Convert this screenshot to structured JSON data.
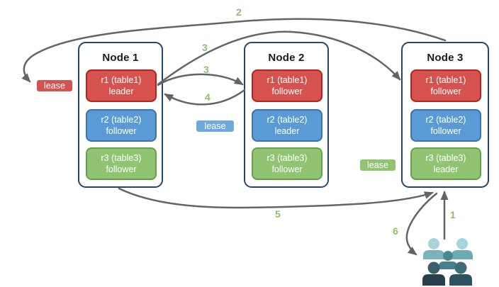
{
  "colors": {
    "canvas_bg": "#ffffff",
    "arrow": "#646464",
    "step_number": "#8fbf6e",
    "node_border": "#24466b",
    "node_title": "#1a1a1a",
    "red_fill": "#d5524e",
    "red_border": "#b1241f",
    "blue_fill": "#5b9bd5",
    "blue_border": "#3d72ab",
    "blue_lease_fill": "#6fa9dd",
    "green_fill": "#90c471",
    "green_border": "#63a24a"
  },
  "nodes": [
    {
      "title": "Node 1",
      "replicas": [
        {
          "label": "r1 (table1)",
          "role": "leader"
        },
        {
          "label": "r2 (table2)",
          "role": "follower"
        },
        {
          "label": "r3 (table3)",
          "role": "follower"
        }
      ]
    },
    {
      "title": "Node 2",
      "replicas": [
        {
          "label": "r1 (table1)",
          "role": "follower"
        },
        {
          "label": "r2 (table2)",
          "role": "leader"
        },
        {
          "label": "r3 (table3)",
          "role": "follower"
        }
      ]
    },
    {
      "title": "Node 3",
      "replicas": [
        {
          "label": "r1 (table1)",
          "role": "follower"
        },
        {
          "label": "r2 (table2)",
          "role": "follower"
        },
        {
          "label": "r3 (table3)",
          "role": "leader"
        }
      ]
    }
  ],
  "leases": {
    "red": "lease",
    "blue": "lease",
    "green": "lease"
  },
  "steps": {
    "s1": "1",
    "s2": "2",
    "s3a": "3",
    "s3b": "3",
    "s4": "4",
    "s5": "5",
    "s6": "6"
  },
  "users": {
    "colors": {
      "tl_head": "#a7d4d9",
      "tl_body": "#79b2ba",
      "tr_head": "#a4d5d9",
      "tr_body": "#6daab2",
      "mid_head": "#4e8794",
      "mid_body": "#47808d",
      "bl_head": "#3a5f6c",
      "bl_body": "#263f4d",
      "br_head": "#3e6c79",
      "br_body": "#2d5260"
    }
  }
}
